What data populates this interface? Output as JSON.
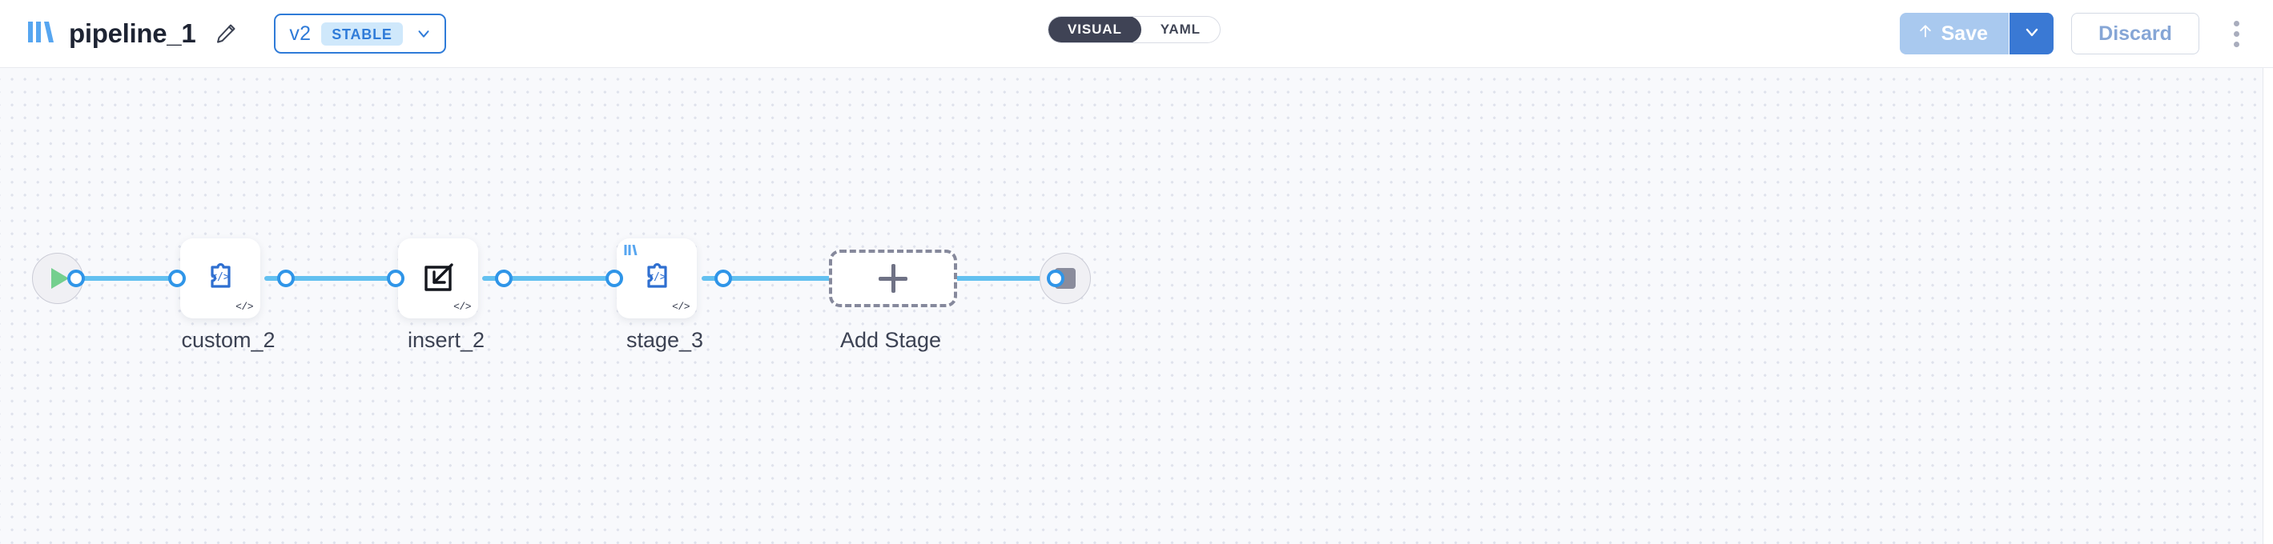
{
  "header": {
    "logo_icon": "pipeline-bars-logo",
    "title": "pipeline_1",
    "edit_icon": "pencil-icon",
    "version": {
      "label": "v2",
      "badge": "STABLE",
      "chevron_icon": "chevron-down-icon"
    },
    "view_toggle": {
      "options": [
        {
          "label": "VISUAL",
          "active": true
        },
        {
          "label": "YAML",
          "active": false
        }
      ]
    },
    "actions": {
      "save_label": "Save",
      "save_icon": "upload-arrow-icon",
      "save_caret_icon": "chevron-down-icon",
      "discard_label": "Discard",
      "menu_icon": "kebab-menu-icon"
    },
    "colors": {
      "accent_blue": "#2f7bd8",
      "save_disabled": "#a9c9ef",
      "save_caret": "#3a79d4",
      "toggle_active_bg": "#3f4355",
      "badge_bg": "#cfe8fb"
    }
  },
  "canvas": {
    "background": "#f8f9fc",
    "grid": "dotted",
    "edge_color": "#63c0f0",
    "port_color": "#2f95e8",
    "start_node": {
      "name": "start",
      "icon": "play-icon"
    },
    "end_node": {
      "name": "end",
      "icon": "stop-square-icon"
    },
    "stages": [
      {
        "label": "custom_2",
        "icon": "puzzle-code-icon",
        "badge": "</>",
        "has_logo_badge": false
      },
      {
        "label": "insert_2",
        "icon": "insert-arrow-icon",
        "badge": "</>",
        "has_logo_badge": false
      },
      {
        "label": "stage_3",
        "icon": "puzzle-code-icon",
        "badge": "</>",
        "has_logo_badge": true
      }
    ],
    "add_stage": {
      "label": "Add Stage",
      "icon": "plus-icon"
    }
  }
}
